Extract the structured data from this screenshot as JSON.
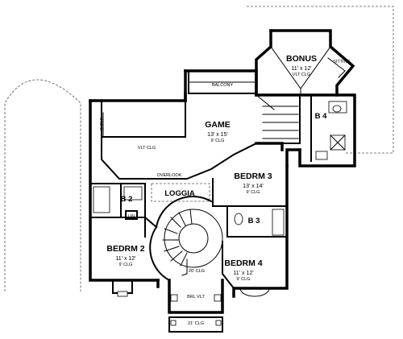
{
  "rooms": {
    "bonus": {
      "name": "BONUS",
      "size": "11' x 12'",
      "clg": "VLT CLG"
    },
    "game": {
      "name": "GAME",
      "size": "13' x 15'",
      "clg": "9' CLG"
    },
    "bedrm3": {
      "name": "BEDRM 3",
      "size": "13' x 14'",
      "clg": "9' CLG"
    },
    "bedrm2": {
      "name": "BEDRM 2",
      "size": "11' x 12'",
      "clg": "9' CLG"
    },
    "bedrm4": {
      "name": "BEDRM 4",
      "size": "11' x 12'",
      "clg": "9' CLG"
    },
    "loggia": {
      "name": "LOGGIA"
    },
    "b2": {
      "name": "B 2"
    },
    "b3": {
      "name": "B 3"
    },
    "b4": {
      "name": "B 4"
    }
  },
  "labels": {
    "sitting": "SITTING",
    "balcony": "BALCONY",
    "shelf": "SHELF",
    "vlt_clg": "VLT CLG",
    "overlook": "OVERLOOK",
    "lin": "LIN",
    "stair_clg": "20' CLG",
    "brl_vlt": "BRL VLT",
    "entry_clg": "21' CLG"
  }
}
